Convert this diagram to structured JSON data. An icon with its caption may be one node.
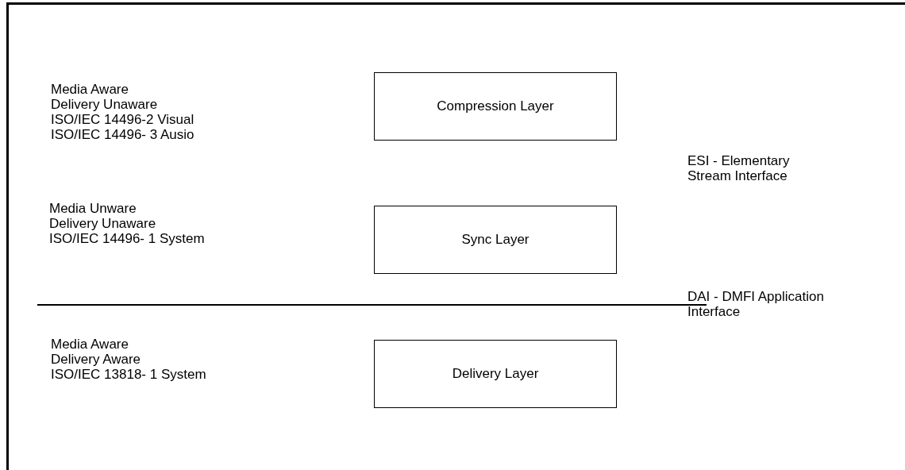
{
  "diagram": {
    "nodes": [
      {
        "text": [
          "Compression Layer"
        ],
        "beside": [
          "Media Aware",
          "Delivery Unaware",
          "ISO/IEC 14496-2 Visual",
          "ISO/IEC 14496- 3 Ausio"
        ]
      },
      {
        "text": [
          "Sync Layer"
        ],
        "beside": [
          "Media Unware",
          "Delivery Unaware",
          "ISO/IEC 14496- 1 System"
        ]
      },
      {
        "text": [
          "Delivery Layer"
        ],
        "beside": [
          "Media Aware",
          "Delivery Aware",
          "ISO/IEC 13818- 1 System"
        ]
      }
    ],
    "labels": [
      "ESI - Elementary Stream Interface",
      "DAI - DMFI Application Interface"
    ]
  }
}
